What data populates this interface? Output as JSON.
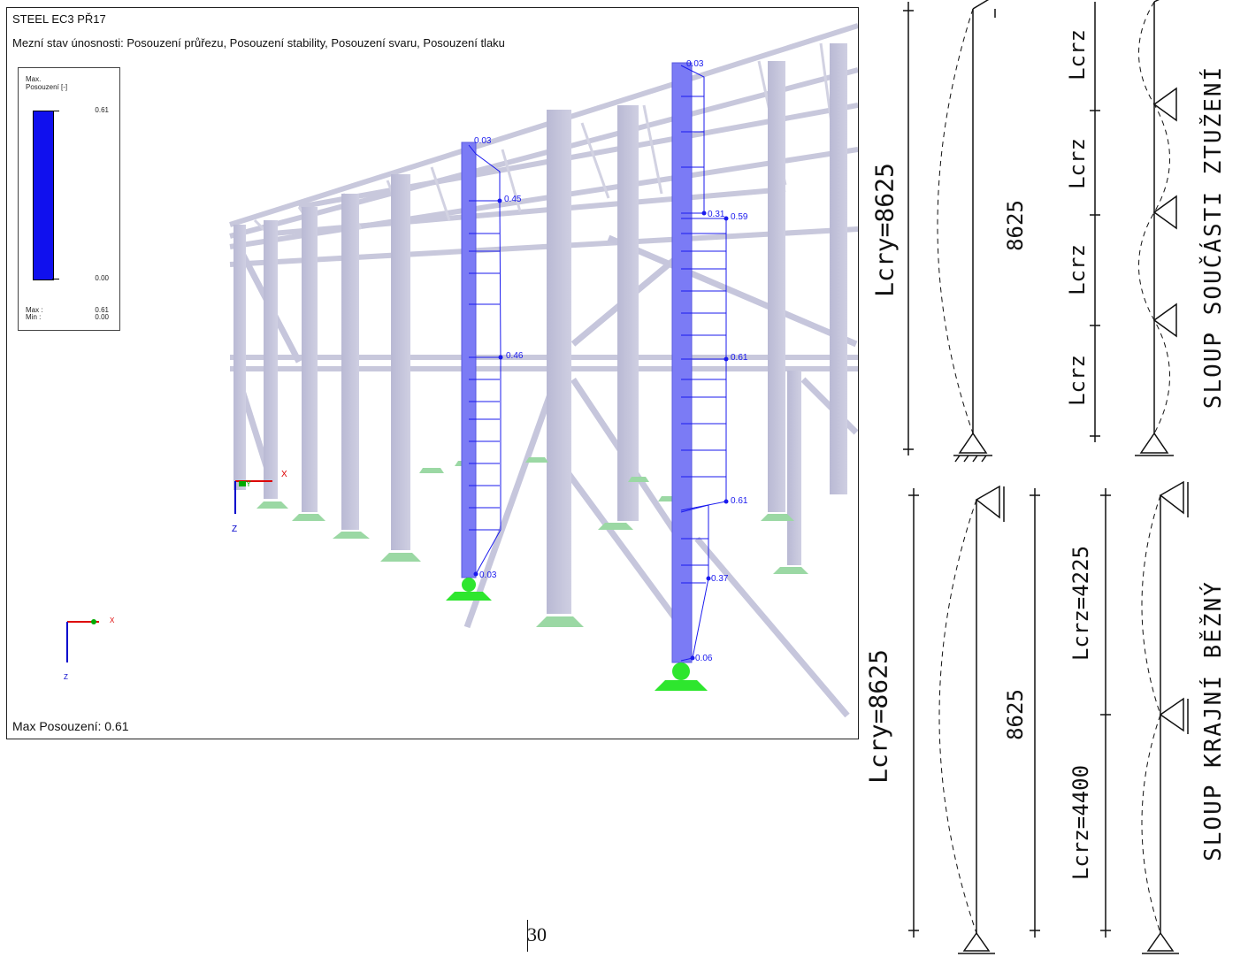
{
  "viewport": {
    "title": "STEEL EC3 PŘ17",
    "subtitle": "Mezní stav únosnosti: Posouzení průřezu, Posouzení stability, Posouzení svaru, Posouzení tlaku",
    "footer": "Max Posouzení: 0.61",
    "legend": {
      "line1": "Max.",
      "line2": "Posouzení [-]",
      "top_value": "0.61",
      "bottom_value": "0.00",
      "max_label": "Max :",
      "min_label": "Min :",
      "max_value": "0.61",
      "min_value": "0.00"
    },
    "axes": {
      "x": "X",
      "y": "Y",
      "z": "Z"
    },
    "axes_small": {
      "x": "X",
      "z": "Z"
    },
    "column1_values": [
      "0.03",
      "0.45",
      "0.46",
      "0.03"
    ],
    "column2_values": [
      "0.03",
      "0.31",
      "0.59",
      "0.61",
      "0.61",
      "0.37",
      "0.06"
    ],
    "colors": {
      "highlight": "#7b7bf5",
      "structure": "#c6c6dc",
      "result": "#1a1aee",
      "support": "#8fdc9a"
    }
  },
  "drawings": {
    "top_left": {
      "lcr_label": "Lcry=8625",
      "length": "8625"
    },
    "top_right": {
      "segments": [
        "Lcrz",
        "Lcrz",
        "Lcrz",
        "Lcrz"
      ],
      "caption": "SLOUP SOUČÁSTI ZTUŽENÍ"
    },
    "bottom_left": {
      "lcr_label": "Lcry=8625",
      "length": "8625"
    },
    "bottom_right": {
      "segment_top": "Lcrz=4225",
      "segment_bottom": "Lcrz=4400",
      "caption": "SLOUP KRAJNÍ BĚŽNÝ"
    }
  },
  "page_number": "30"
}
